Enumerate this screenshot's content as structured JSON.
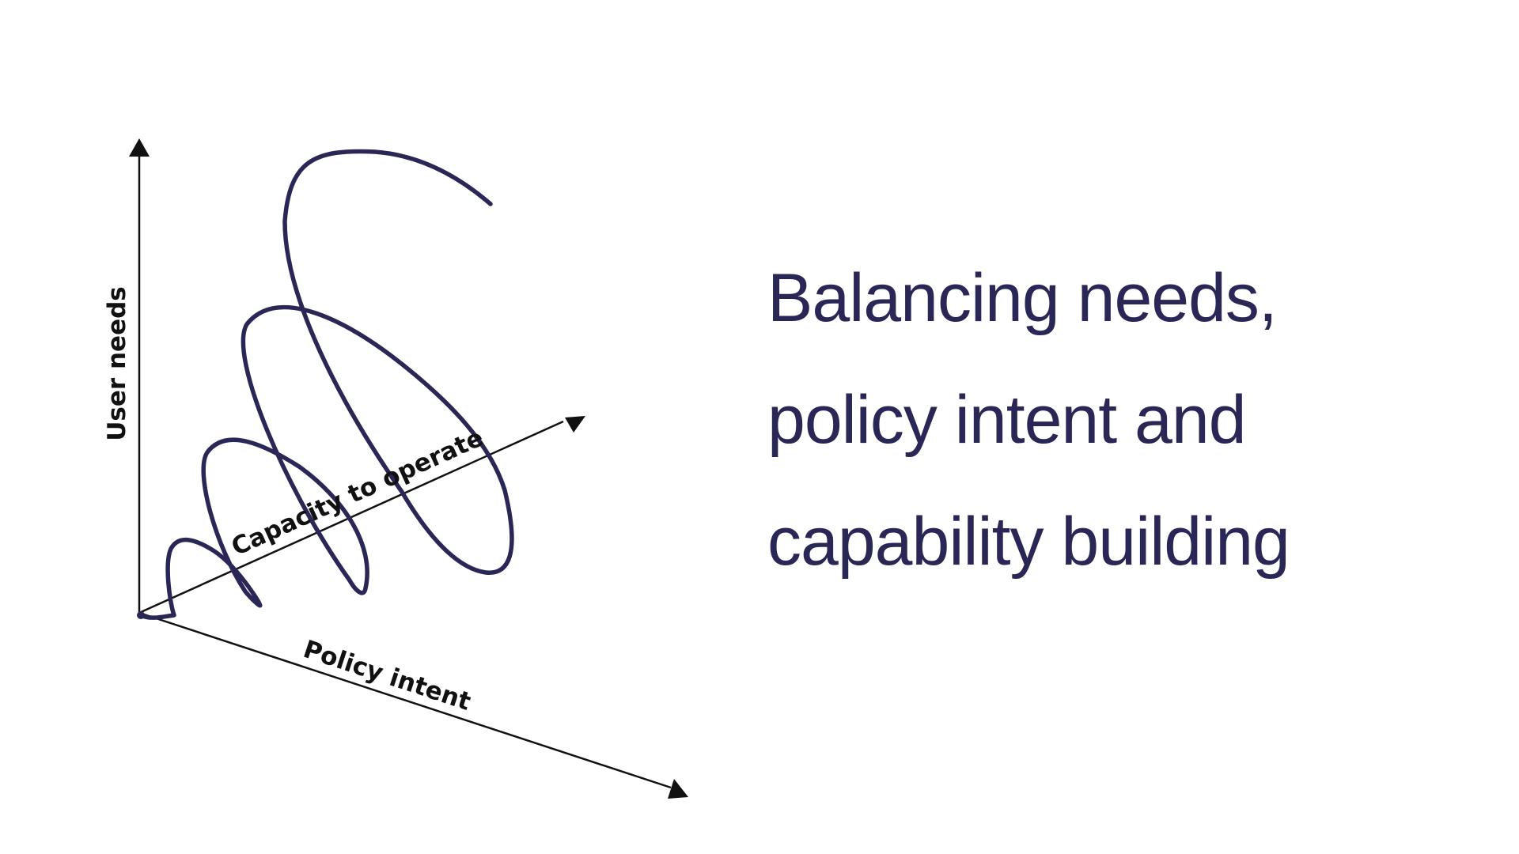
{
  "diagram": {
    "axes": {
      "vertical": "User needs",
      "diagonal": "Capacity to operate",
      "horizontal": "Policy intent"
    },
    "spiral_color": "#2a2756",
    "axis_color": "#111111"
  },
  "headline": {
    "lines": [
      "Balancing needs,",
      "policy intent and",
      "capability building"
    ],
    "color": "#2a2756"
  }
}
